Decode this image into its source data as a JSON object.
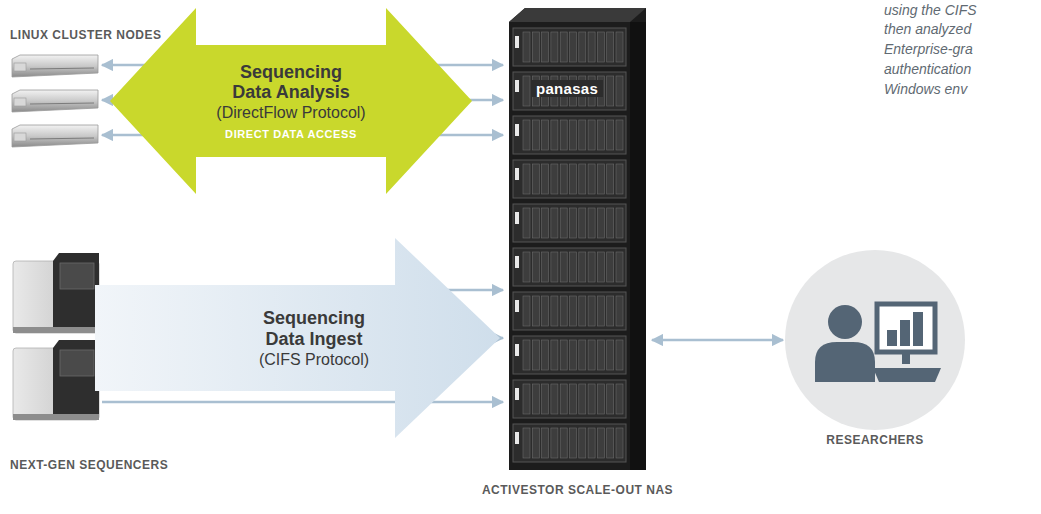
{
  "diagram": {
    "nodes": [
      {
        "text": [
          "LINUX CLUSTER NODES"
        ]
      },
      {
        "text": [
          "Sequencing Data Analysis",
          "(DirectFlow Protocol)",
          "DIRECT DATA ACCESS"
        ]
      },
      {
        "text": [
          "NEXT-GEN SEQUENCERS"
        ]
      },
      {
        "text": [
          "Sequencing Data Ingest",
          "(CIFS Protocol)"
        ]
      },
      {
        "text": [
          "panasas",
          "ACTIVESTOR SCALE-OUT NAS"
        ]
      },
      {
        "text": [
          "RESEARCHERS"
        ]
      }
    ],
    "edges": [
      {
        "from": 0,
        "to": 4,
        "arrow": "both"
      },
      {
        "from": 0,
        "to": 4,
        "arrow": "both"
      },
      {
        "from": 0,
        "to": 4,
        "arrow": "both"
      },
      {
        "from": 2,
        "to": 4,
        "arrow": "to"
      },
      {
        "from": 2,
        "to": 4,
        "arrow": "to"
      },
      {
        "from": 2,
        "to": 4,
        "arrow": "to"
      },
      {
        "from": 4,
        "to": 5,
        "arrow": "both"
      }
    ],
    "labels": [
      "using the CIFS",
      "then analyzed",
      "Enterprise-gra",
      "authentication",
      "Windows env"
    ]
  }
}
